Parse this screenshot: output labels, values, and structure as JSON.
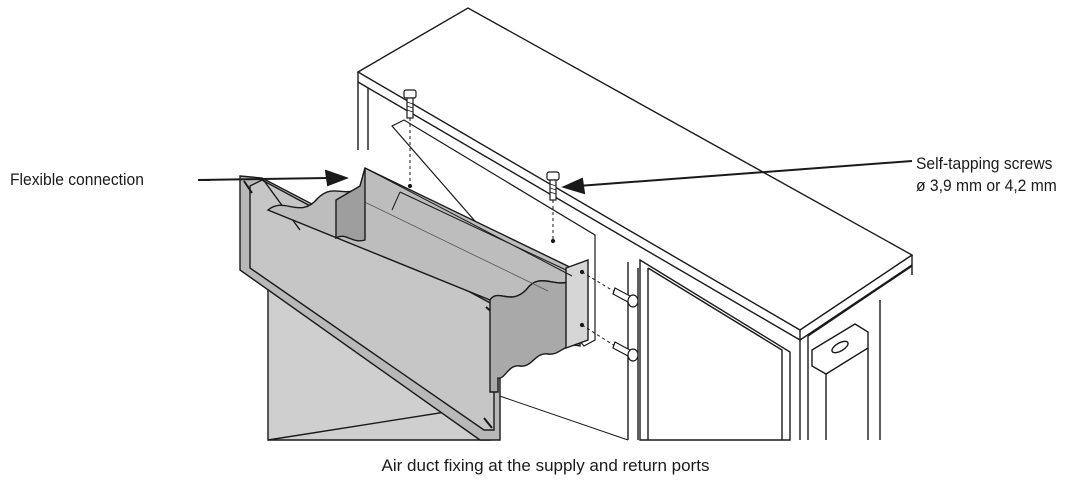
{
  "labels": {
    "flexible_connection": "Flexible connection",
    "screws_line1": "Self-tapping screws",
    "screws_line2": "ø 3,9 mm or 4,2 mm"
  },
  "caption": "Air duct fixing at the supply and return ports",
  "colors": {
    "line": "#1a1a1a",
    "duct_fill": "#cfcfcf",
    "duct_dark": "#a9a9a9",
    "flange_fill": "#b8b8b8",
    "panel_fill": "#ffffff"
  }
}
